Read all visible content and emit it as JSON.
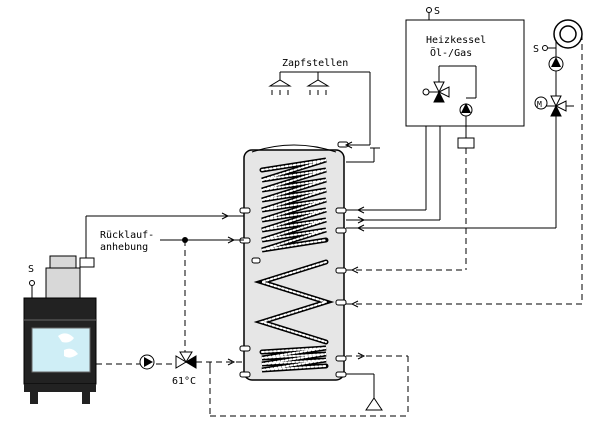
{
  "labels": {
    "zapfstellen": "Zapfstellen",
    "heizkessel_line1": "Heizkessel",
    "heizkessel_line2": "Öl-/Gas",
    "ruecklauf_line1": "Rücklauf-",
    "ruecklauf_line2": "anhebung",
    "temperature": "61°C",
    "sensor_s": "S",
    "motor_m": "M"
  },
  "colors": {
    "line": "#000000",
    "stove_window": "#cfeef6",
    "stove_body": "#d8d8d8",
    "stove_dark": "#222222",
    "tank_fill": "#e6e6e6"
  }
}
